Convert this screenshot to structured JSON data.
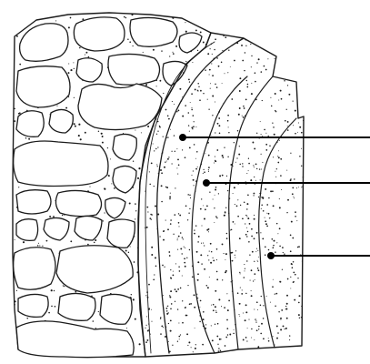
{
  "figure": {
    "layers": [
      {
        "id": "outer-render-coat"
      },
      {
        "id": "middle-render-coat"
      },
      {
        "id": "inner-plaster-coat"
      }
    ],
    "callouts": 3
  }
}
